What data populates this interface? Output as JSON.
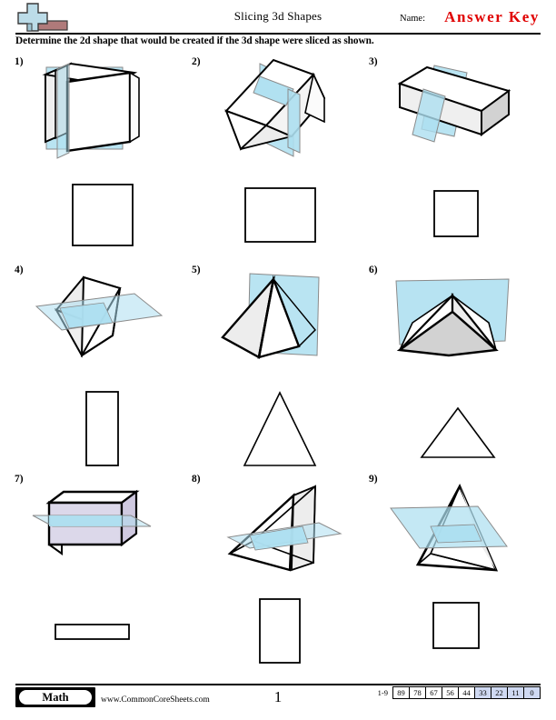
{
  "header": {
    "logo_icon": "cross-logo-icon",
    "logo_colors": {
      "cross": "#bcdce8",
      "bar": "#b07a7a",
      "outline": "#3a3a3a"
    },
    "title": "Slicing 3d Shapes",
    "name_label": "Name:",
    "answer_key": "Answer Key",
    "answer_key_color": "#e00000",
    "instructions": "Determine the 2d shape that would be created if the 3d shape were sliced as shown."
  },
  "colors": {
    "plane_fill": "#addff0",
    "plane_stroke": "#8a8a8a",
    "solid_light": "#efefef",
    "solid_mid": "#d8d8d8",
    "solid_lavender": "#dcd8ea",
    "outline": "#000000"
  },
  "problems": [
    {
      "number": "1)",
      "solid": "cube",
      "slice": "vertical-plane",
      "answer_shape": "square",
      "answer_label": "square"
    },
    {
      "number": "2)",
      "solid": "tilted-rectangular-prism",
      "slice": "vertical-plane",
      "answer_shape": "rectangle",
      "answer_label": "rectangle"
    },
    {
      "number": "3)",
      "solid": "long-rectangular-prism",
      "slice": "vertical-cross-plane",
      "answer_shape": "small-square",
      "answer_label": "square"
    },
    {
      "number": "4)",
      "solid": "triangular-prism-tent",
      "slice": "horizontal-plane",
      "answer_shape": "vertical-rectangle",
      "answer_label": "rectangle"
    },
    {
      "number": "5)",
      "solid": "square-pyramid",
      "slice": "vertical-plane-through-apex",
      "answer_shape": "tall-triangle",
      "answer_label": "triangle"
    },
    {
      "number": "6)",
      "solid": "square-pyramid-low-angle",
      "slice": "vertical-plane-behind",
      "answer_shape": "wide-triangle",
      "answer_label": "triangle"
    },
    {
      "number": "7)",
      "solid": "lavender-rectangular-prism",
      "slice": "horizontal-plane",
      "answer_shape": "wide-rectangle",
      "answer_label": "rectangle"
    },
    {
      "number": "8)",
      "solid": "tilted-triangular-prism",
      "slice": "horizontal-plane",
      "answer_shape": "tall-rectangle",
      "answer_label": "rectangle"
    },
    {
      "number": "9)",
      "solid": "square-pyramid",
      "slice": "horizontal-plane",
      "answer_shape": "square",
      "answer_label": "square"
    }
  ],
  "footer": {
    "subject_badge": "Math",
    "site_url": "www.CommonCoreSheets.com",
    "page_number": "1",
    "score_range": "1-9",
    "score_values": [
      "89",
      "78",
      "67",
      "56",
      "44",
      "33",
      "22",
      "11",
      "0"
    ],
    "highlighted_from_index": 5,
    "highlight_color": "#cfd9f2"
  }
}
